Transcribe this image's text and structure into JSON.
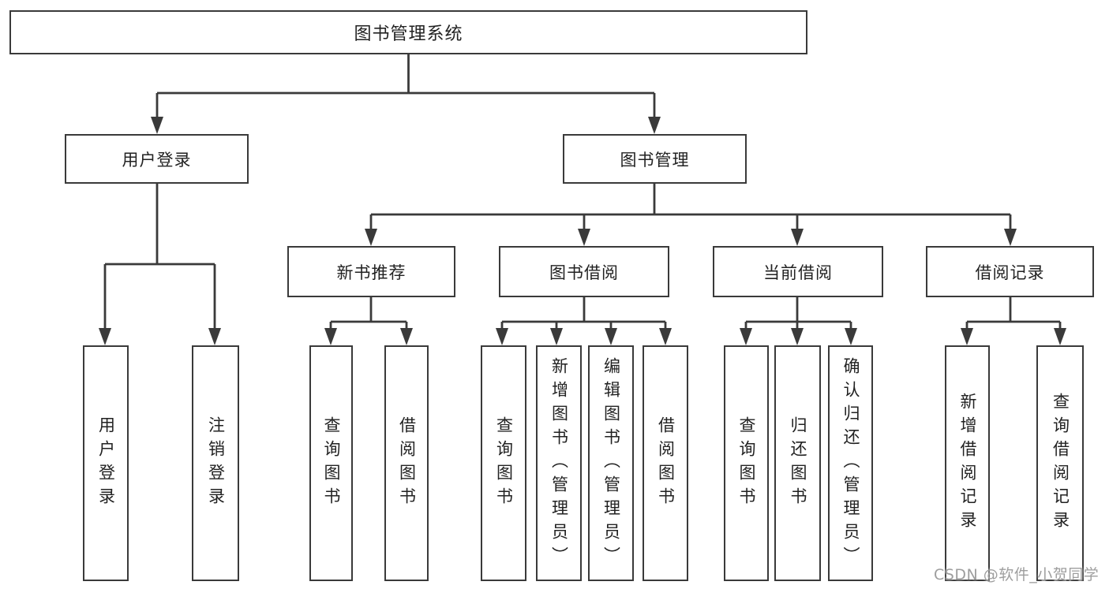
{
  "diagram": {
    "tree": {
      "label": "图书管理系统",
      "children": [
        {
          "label": "用户登录",
          "children": [
            {
              "label": "用户登录"
            },
            {
              "label": "注销登录"
            }
          ]
        },
        {
          "label": "图书管理",
          "children": [
            {
              "label": "新书推荐",
              "children": [
                {
                  "label": "查询图书"
                },
                {
                  "label": "借阅图书"
                }
              ]
            },
            {
              "label": "图书借阅",
              "children": [
                {
                  "label": "查询图书"
                },
                {
                  "label": "新增图书（管理员）"
                },
                {
                  "label": "编辑图书（管理员）"
                },
                {
                  "label": "借阅图书"
                }
              ]
            },
            {
              "label": "当前借阅",
              "children": [
                {
                  "label": "查询图书"
                },
                {
                  "label": "归还图书"
                },
                {
                  "label": "确认归还（管理员）"
                }
              ]
            },
            {
              "label": "借阅记录",
              "children": [
                {
                  "label": "新增借阅记录"
                },
                {
                  "label": "查询借阅记录"
                }
              ]
            }
          ]
        }
      ]
    }
  },
  "watermark": {
    "text": "CSDN @软件_小贺同学"
  },
  "colors": {
    "line": "#3a3a3a",
    "text": "#222222",
    "watermark": "#9e9e9e",
    "background": "#ffffff"
  }
}
